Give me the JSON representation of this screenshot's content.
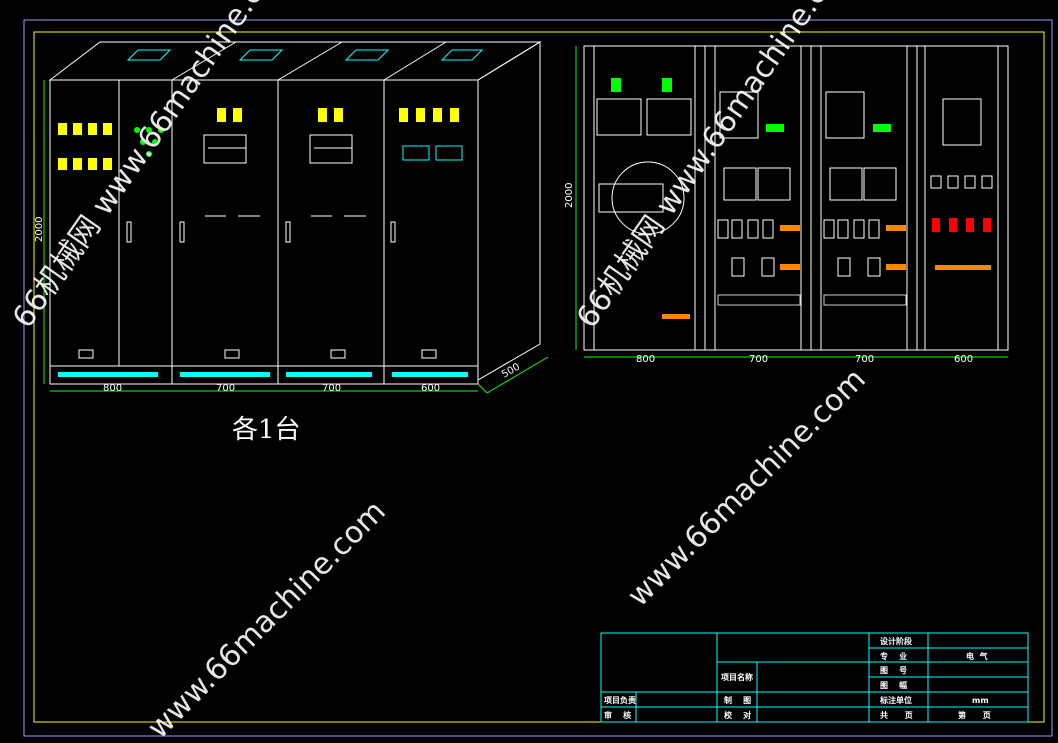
{
  "front_view": {
    "widths": [
      "800",
      "700",
      "700",
      "600"
    ],
    "height": "2000",
    "depth": "500",
    "caption": "各1台"
  },
  "side_view": {
    "widths": [
      "800",
      "700",
      "700",
      "600"
    ],
    "height": "2000"
  },
  "title_block": {
    "design_stage": "设计阶段",
    "discipline_label": "专    业",
    "discipline_value": "电  气",
    "drawing_no": "图    号",
    "sheet_size": "图    幅",
    "project_name": "项目名称",
    "project_lead": "项目负责",
    "review": "审    核",
    "drafting": "制    图",
    "proofread": "校    对",
    "unit_label": "标注单位",
    "unit_value": "mm",
    "total_pages": "共      页",
    "page_no": "第      页"
  },
  "watermarks": [
    "66机械网 www.66machine.com",
    "66机械网 www.66machine.com",
    "www.66machine.com",
    "www.66machine.com"
  ],
  "colors": {
    "frame": "#ffff00",
    "dimension": "#00ff00",
    "title_block": "#00ffff",
    "lines": "#ffffff"
  }
}
